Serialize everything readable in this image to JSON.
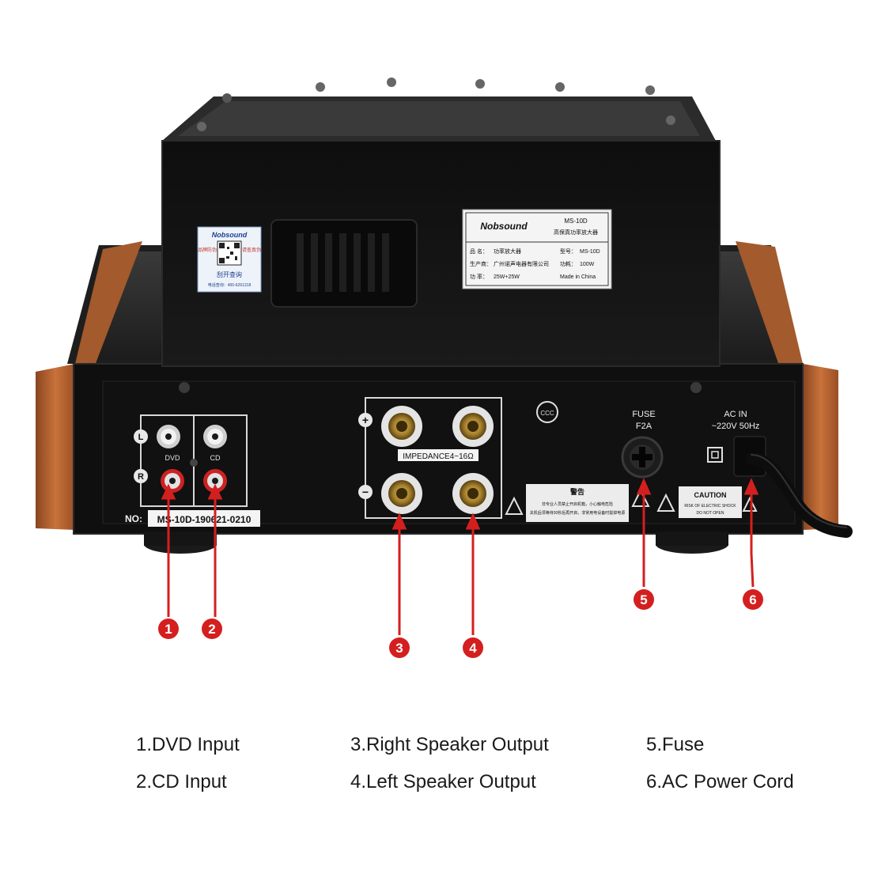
{
  "colors": {
    "chassis": "#141414",
    "wood": "#b8652f",
    "callout": "#d41f1f",
    "label_bg": "#ffffff"
  },
  "device": {
    "brand": "Nobsound",
    "model": "MS-10D",
    "product_name_cn": "高保真功率放大器",
    "label_rows": [
      {
        "k1": "品 名：",
        "v1": "功率放大器",
        "k2": "型号：",
        "v2": "MS-10D"
      },
      {
        "k1": "生产商：",
        "v1": "广州诺声电器有限公司",
        "k2": "功耗：",
        "v2": "100W"
      },
      {
        "k1": "功 率：",
        "v1": "25W+25W",
        "k2": "",
        "v2": "Made in China"
      }
    ],
    "qr_sticker": {
      "brand": "Nobsound",
      "left_chars": "品牌防伪",
      "right_chars": "请查真伪",
      "scratch_text": "刮开查询",
      "phone_text": "电话查询：400-6261318"
    },
    "panel": {
      "channel_left": "L",
      "channel_right": "R",
      "dvd_label": "DVD",
      "cd_label": "CD",
      "impedance": "IMPEDANCE4~16Ω",
      "plus": "+",
      "minus": "−",
      "fuse_label": "FUSE",
      "fuse_rating": "F2A",
      "ac_label": "AC IN",
      "ac_rating": "~220V 50Hz",
      "warning_title": "警告",
      "warning_text_1": "非专业人员禁止开启机箱，小心触电危险",
      "warning_text_2": "关机后须等待30秒后再开启，非常用电设备时拔掉电源",
      "caution_title": "CAUTION",
      "caution_line_1": "RISK OF ELECTRIC SHOCK",
      "caution_line_2": "DO NOT OPEN",
      "serial_prefix": "NO:",
      "serial": "MS-10D-190621-0210",
      "ccc_mark": "CCC"
    }
  },
  "callouts": [
    {
      "number": "1",
      "icon": "numbered-circle-icon"
    },
    {
      "number": "2",
      "icon": "numbered-circle-icon"
    },
    {
      "number": "3",
      "icon": "numbered-circle-icon"
    },
    {
      "number": "4",
      "icon": "numbered-circle-icon"
    },
    {
      "number": "5",
      "icon": "numbered-circle-icon"
    },
    {
      "number": "6",
      "icon": "numbered-circle-icon"
    }
  ],
  "legend": [
    {
      "text": "1.DVD Input"
    },
    {
      "text": "2.CD Input"
    },
    {
      "text": "3.Right Speaker Output"
    },
    {
      "text": "4.Left Speaker Output"
    },
    {
      "text": "5.Fuse"
    },
    {
      "text": "6.AC Power Cord"
    }
  ]
}
